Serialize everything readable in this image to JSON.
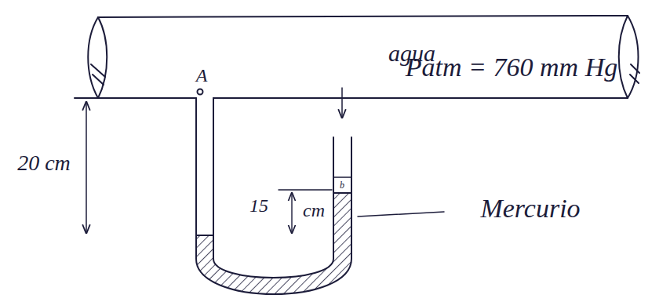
{
  "diagram": {
    "labels": [
      "agua",
      "A",
      "Patm = 760 mm Hg",
      "20 cm",
      "15",
      "cm",
      "b",
      "Mercurio"
    ]
  }
}
